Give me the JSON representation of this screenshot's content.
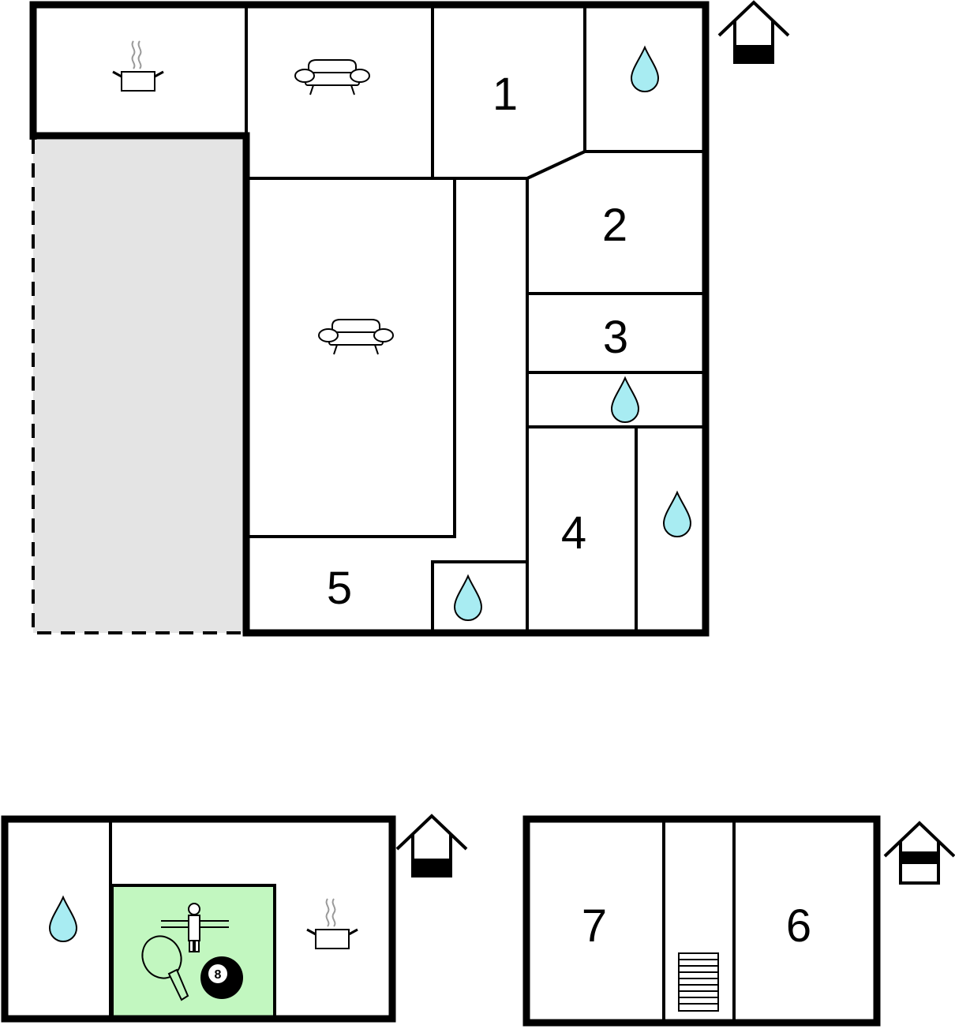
{
  "room_numbers": {
    "r1": "1",
    "r2": "2",
    "r3": "3",
    "r4": "4",
    "r5": "5",
    "r6": "6",
    "r7": "7"
  },
  "billiard_ball_label": "8",
  "colors": {
    "wall": "#000000",
    "terrace": "#e4e4e4",
    "water": "#a8ecf2",
    "activity_room": "#c2f7c0",
    "steam": "#9a9a9a"
  },
  "icons": {
    "kitchen": "cooking-pot-icon",
    "living_room": "sofa-icon",
    "bathroom": "water-drop-icon",
    "floor_indicator": "house-floor-icon",
    "stairs": "stairs-icon",
    "activity": "table-tennis-icon",
    "billiards": "billiard-ball-icon",
    "foosball": "foosball-icon"
  }
}
